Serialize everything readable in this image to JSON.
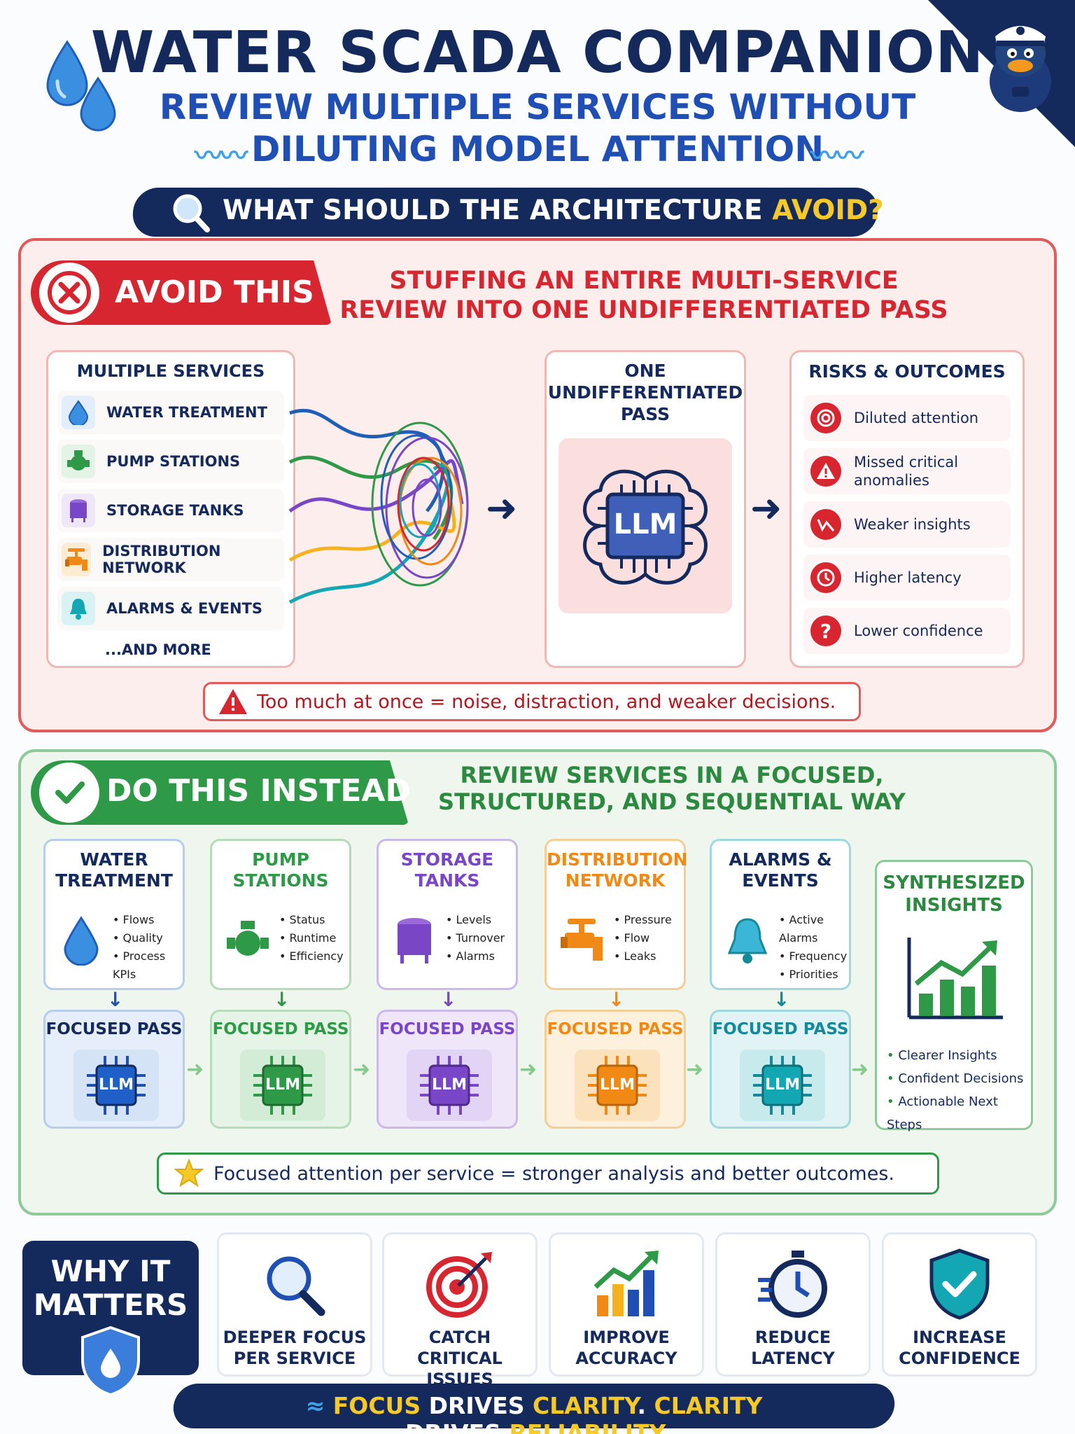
{
  "header": {
    "title": "WATER SCADA COMPANION",
    "subtitle_line1": "REVIEW MULTIPLE SERVICES WITHOUT",
    "subtitle_line2": "DILUTING MODEL ATTENTION",
    "question_prefix": "WHAT SHOULD THE ARCHITECTURE ",
    "question_highlight": "AVOID?"
  },
  "avoid": {
    "badge": "AVOID THIS",
    "heading_line1": "STUFFING AN ENTIRE MULTI-SERVICE",
    "heading_line2": "REVIEW INTO ONE UNDIFFERENTIATED PASS",
    "services_title": "MULTIPLE SERVICES",
    "services": [
      {
        "label": "WATER TREATMENT",
        "icon": "water-drop-icon",
        "color": "#1f6fd1"
      },
      {
        "label": "PUMP STATIONS",
        "icon": "pump-icon",
        "color": "#2e9a48"
      },
      {
        "label": "STORAGE TANKS",
        "icon": "tank-icon",
        "color": "#7a46c8"
      },
      {
        "label": "DISTRIBUTION NETWORK",
        "icon": "valve-icon",
        "color": "#f08a14"
      },
      {
        "label": "ALARMS & EVENTS",
        "icon": "bell-icon",
        "color": "#13a7b4"
      }
    ],
    "services_more": "...AND MORE",
    "pass_title_line1": "ONE",
    "pass_title_line2": "UNDIFFERENTIATED",
    "pass_title_line3": "PASS",
    "llm_label": "LLM",
    "risks_title": "RISKS & OUTCOMES",
    "risks": [
      {
        "label": "Diluted attention",
        "icon": "target-icon"
      },
      {
        "label": "Missed critical anomalies",
        "icon": "warning-icon"
      },
      {
        "label": "Weaker insights",
        "icon": "trend-down-icon"
      },
      {
        "label": "Higher latency",
        "icon": "clock-icon"
      },
      {
        "label": "Lower confidence",
        "icon": "question-icon"
      }
    ],
    "warning": "Too much at once = noise, distraction, and weaker decisions."
  },
  "do": {
    "badge": "DO THIS INSTEAD",
    "heading_line1": "REVIEW SERVICES IN A FOCUSED,",
    "heading_line2": "STRUCTURED, AND SEQUENTIAL WAY",
    "services": [
      {
        "name_line1": "WATER",
        "name_line2": "TREATMENT",
        "color": "#1f4fb4",
        "bg": "#e6eefb",
        "bullets": [
          "Flows",
          "Quality",
          "Process KPIs"
        ],
        "icon": "water-drop-icon"
      },
      {
        "name_line1": "PUMP",
        "name_line2": "STATIONS",
        "color": "#2e9a48",
        "bg": "#e6f4e7",
        "bullets": [
          "Status",
          "Runtime",
          "Efficiency"
        ],
        "icon": "pump-icon"
      },
      {
        "name_line1": "STORAGE",
        "name_line2": "TANKS",
        "color": "#7a46c8",
        "bg": "#efe7f9",
        "bullets": [
          "Levels",
          "Turnover",
          "Alarms"
        ],
        "icon": "tank-icon"
      },
      {
        "name_line1": "DISTRIBUTION",
        "name_line2": "NETWORK",
        "color": "#f08a14",
        "bg": "#fdf0dc",
        "bullets": [
          "Pressure",
          "Flow",
          "Leaks"
        ],
        "icon": "valve-icon"
      },
      {
        "name_line1": "ALARMS &",
        "name_line2": "EVENTS",
        "color": "#13899a",
        "bg": "#e1f3f4",
        "bullets": [
          "Active Alarms",
          "Frequency",
          "Priorities"
        ],
        "icon": "bell-icon"
      }
    ],
    "pass_label": "FOCUSED PASS",
    "llm_label": "LLM",
    "synth_line1": "SYNTHESIZED",
    "synth_line2": "INSIGHTS",
    "synth_bullets": [
      "Clearer Insights",
      "Confident Decisions",
      "Actionable Next Steps"
    ],
    "note": "Focused attention per service = stronger analysis and better outcomes."
  },
  "why": {
    "title_line1": "WHY IT",
    "title_line2": "MATTERS",
    "benefits": [
      {
        "line1": "DEEPER FOCUS",
        "line2": "PER SERVICE",
        "icon": "magnifier-icon"
      },
      {
        "line1": "CATCH CRITICAL",
        "line2": "ISSUES",
        "icon": "target-icon"
      },
      {
        "line1": "IMPROVE",
        "line2": "ACCURACY",
        "icon": "chart-up-icon"
      },
      {
        "line1": "REDUCE",
        "line2": "LATENCY",
        "icon": "stopwatch-icon"
      },
      {
        "line1": "INCREASE",
        "line2": "CONFIDENCE",
        "icon": "shield-check-icon"
      }
    ]
  },
  "footer": {
    "w1": "FOCUS",
    "w2": " DRIVES ",
    "w3": "CLARITY",
    "w4": ". ",
    "w5": "CLARITY",
    "w6": " DRIVES ",
    "w7": "RELIABILITY",
    "w8": "."
  },
  "colors": {
    "navy": "#14295c",
    "red": "#d72630",
    "green": "#2e9a48",
    "yellow": "#f7c927"
  }
}
